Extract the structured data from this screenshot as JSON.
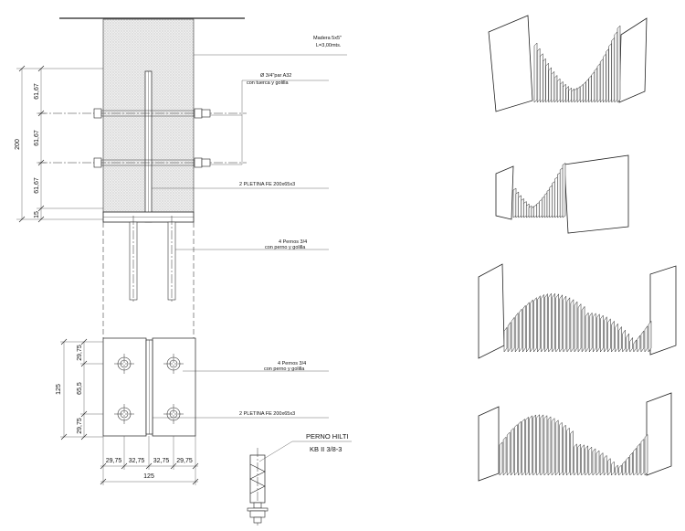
{
  "drawing": {
    "vertical_dimensions": {
      "overall": "200",
      "segments": [
        "61,67",
        "61,67",
        "61,67",
        "15"
      ]
    },
    "plan_dimensions": {
      "overall_vertical": "125",
      "vertical_segments": [
        "29,75",
        "65,5",
        "29,75"
      ],
      "horizontal_segments": [
        "29,75",
        "32,75",
        "32,75",
        "29,75"
      ],
      "overall_horizontal": "125"
    },
    "labels": {
      "madera_line1": "Madera 5x5\"",
      "madera_line2": "L=3,00mts.",
      "bolt_line1": "Ø 3/4\"par A32",
      "bolt_line2": "con tuerca y golilla",
      "pletina_elev": "2 PLETINA FE  200x65x3",
      "pernos_elev_line1": "4 Pernos 3/4",
      "pernos_elev_line2": "con perno y golilla",
      "pernos_plan_line1": "4 Pernos 3/4",
      "pernos_plan_line2": "con perno y golilla",
      "pletina_plan": "2 PLETINA FE  200x65x3",
      "hilti_line1": "PERNO HILTI",
      "hilti_line2": "KB II 3/8-3"
    }
  },
  "renderings": [
    {
      "name": "render-1"
    },
    {
      "name": "render-2"
    },
    {
      "name": "render-3"
    },
    {
      "name": "render-4"
    }
  ]
}
